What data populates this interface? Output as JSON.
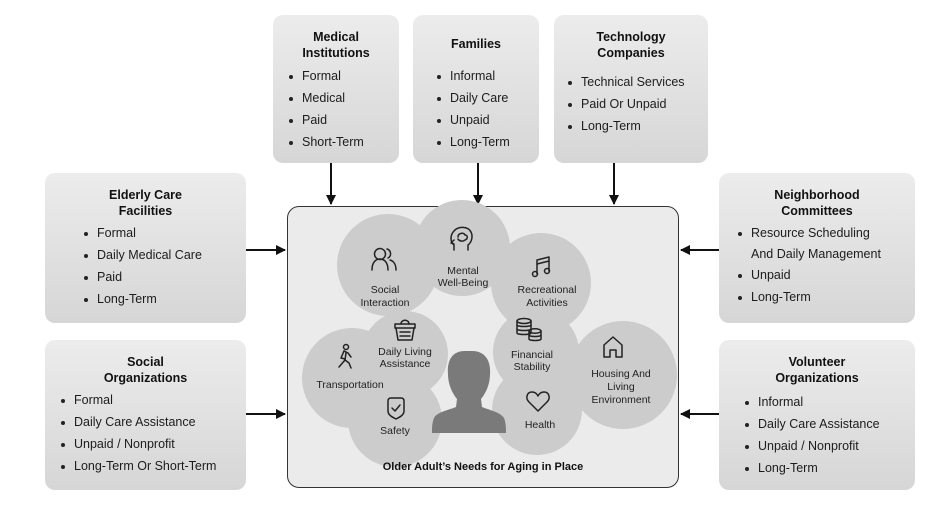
{
  "stakeholders": {
    "medical_institutions": {
      "title": [
        "Medical",
        "Institutions"
      ],
      "items": [
        "Formal",
        "Medical",
        "Paid",
        "Short-Term"
      ]
    },
    "families": {
      "title": [
        "Families"
      ],
      "items": [
        "Informal",
        "Daily Care",
        "Unpaid",
        "Long-Term"
      ]
    },
    "technology_companies": {
      "title": [
        "Technology",
        "Companies"
      ],
      "items": [
        "Technical Services",
        "Paid Or Unpaid",
        "Long-Term"
      ]
    },
    "elderly_care_facilities": {
      "title": [
        "Elderly Care",
        "Facilities"
      ],
      "items": [
        "Formal",
        "Daily Medical Care",
        "Paid",
        "Long-Term"
      ]
    },
    "social_organizations": {
      "title": [
        "Social",
        "Organizations"
      ],
      "items": [
        "Formal",
        "Daily Care Assistance",
        "Unpaid / Nonprofit",
        "Long-Term Or Short-Term"
      ]
    },
    "neighborhood_committees": {
      "title": [
        "Neighborhood",
        "Committees"
      ],
      "items": [
        "Resource Scheduling",
        "And Daily Management",
        "Unpaid",
        "Long-Term"
      ]
    },
    "volunteer_organizations": {
      "title": [
        "Volunteer",
        "Organizations"
      ],
      "items": [
        "Informal",
        "Daily Care Assistance",
        "Unpaid / Nonprofit",
        "Long-Term"
      ]
    }
  },
  "needs": {
    "social_interaction": {
      "label": [
        "Social",
        "Interaction"
      ],
      "icon": "people-icon"
    },
    "mental_well_being": {
      "label": [
        "Mental",
        "Well-Being"
      ],
      "icon": "brain-head-icon"
    },
    "recreational_activities": {
      "label": [
        "Recreational",
        "Activities"
      ],
      "icon": "music-note-icon"
    },
    "daily_living_assistance": {
      "label": [
        "Daily Living",
        "Assistance"
      ],
      "icon": "basket-icon"
    },
    "transportation": {
      "label": [
        "Transportation"
      ],
      "icon": "walking-person-icon"
    },
    "safety": {
      "label": [
        "Safety"
      ],
      "icon": "shield-check-icon"
    },
    "financial_stability": {
      "label": [
        "Financial",
        "Stability"
      ],
      "icon": "coins-icon"
    },
    "housing": {
      "label": [
        "Housing And",
        "Living",
        "Environment"
      ],
      "icon": "house-icon"
    },
    "health": {
      "label": [
        "Health"
      ],
      "icon": "heart-icon"
    }
  },
  "center": {
    "caption": "Older Adult’s Needs for Aging in Place",
    "icon": "person-silhouette-icon"
  },
  "colors": {
    "box_top": "#ececec",
    "box_bottom": "#d6d6d6",
    "circle_fill": "#cccccc",
    "frame_fill": "#ebebeb",
    "silhouette": "#7a7a7a",
    "arrow": "#111111"
  }
}
